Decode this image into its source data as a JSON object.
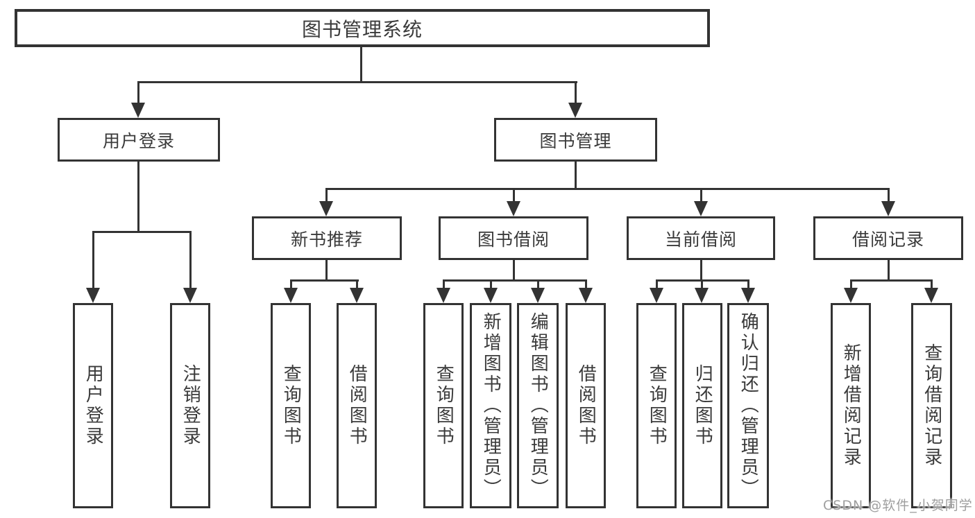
{
  "diagram": {
    "type": "hierarchy-tree",
    "root": {
      "label": "图书管理系统",
      "children": [
        {
          "label": "用户登录",
          "children": [
            {
              "label": "用户登录"
            },
            {
              "label": "注销登录"
            }
          ]
        },
        {
          "label": "图书管理",
          "children": [
            {
              "label": "新书推荐",
              "children": [
                {
                  "label": "查询图书"
                },
                {
                  "label": "借阅图书"
                }
              ]
            },
            {
              "label": "图书借阅",
              "children": [
                {
                  "label": "查询图书"
                },
                {
                  "label": "新增图书（管理员）"
                },
                {
                  "label": "编辑图书（管理员）"
                },
                {
                  "label": "借阅图书"
                }
              ]
            },
            {
              "label": "当前借阅",
              "children": [
                {
                  "label": "查询图书"
                },
                {
                  "label": "归还图书"
                },
                {
                  "label": "确认归还（管理员）"
                }
              ]
            },
            {
              "label": "借阅记录",
              "children": [
                {
                  "label": "新增借阅记录"
                },
                {
                  "label": "查询借阅记录"
                }
              ]
            }
          ]
        }
      ]
    }
  },
  "watermark": {
    "text": "CSDN @软件_小贺同学"
  },
  "colors": {
    "line": "#333333",
    "text": "#3a3a3a",
    "background": "#ffffff",
    "watermark": "#9e9e9e"
  }
}
